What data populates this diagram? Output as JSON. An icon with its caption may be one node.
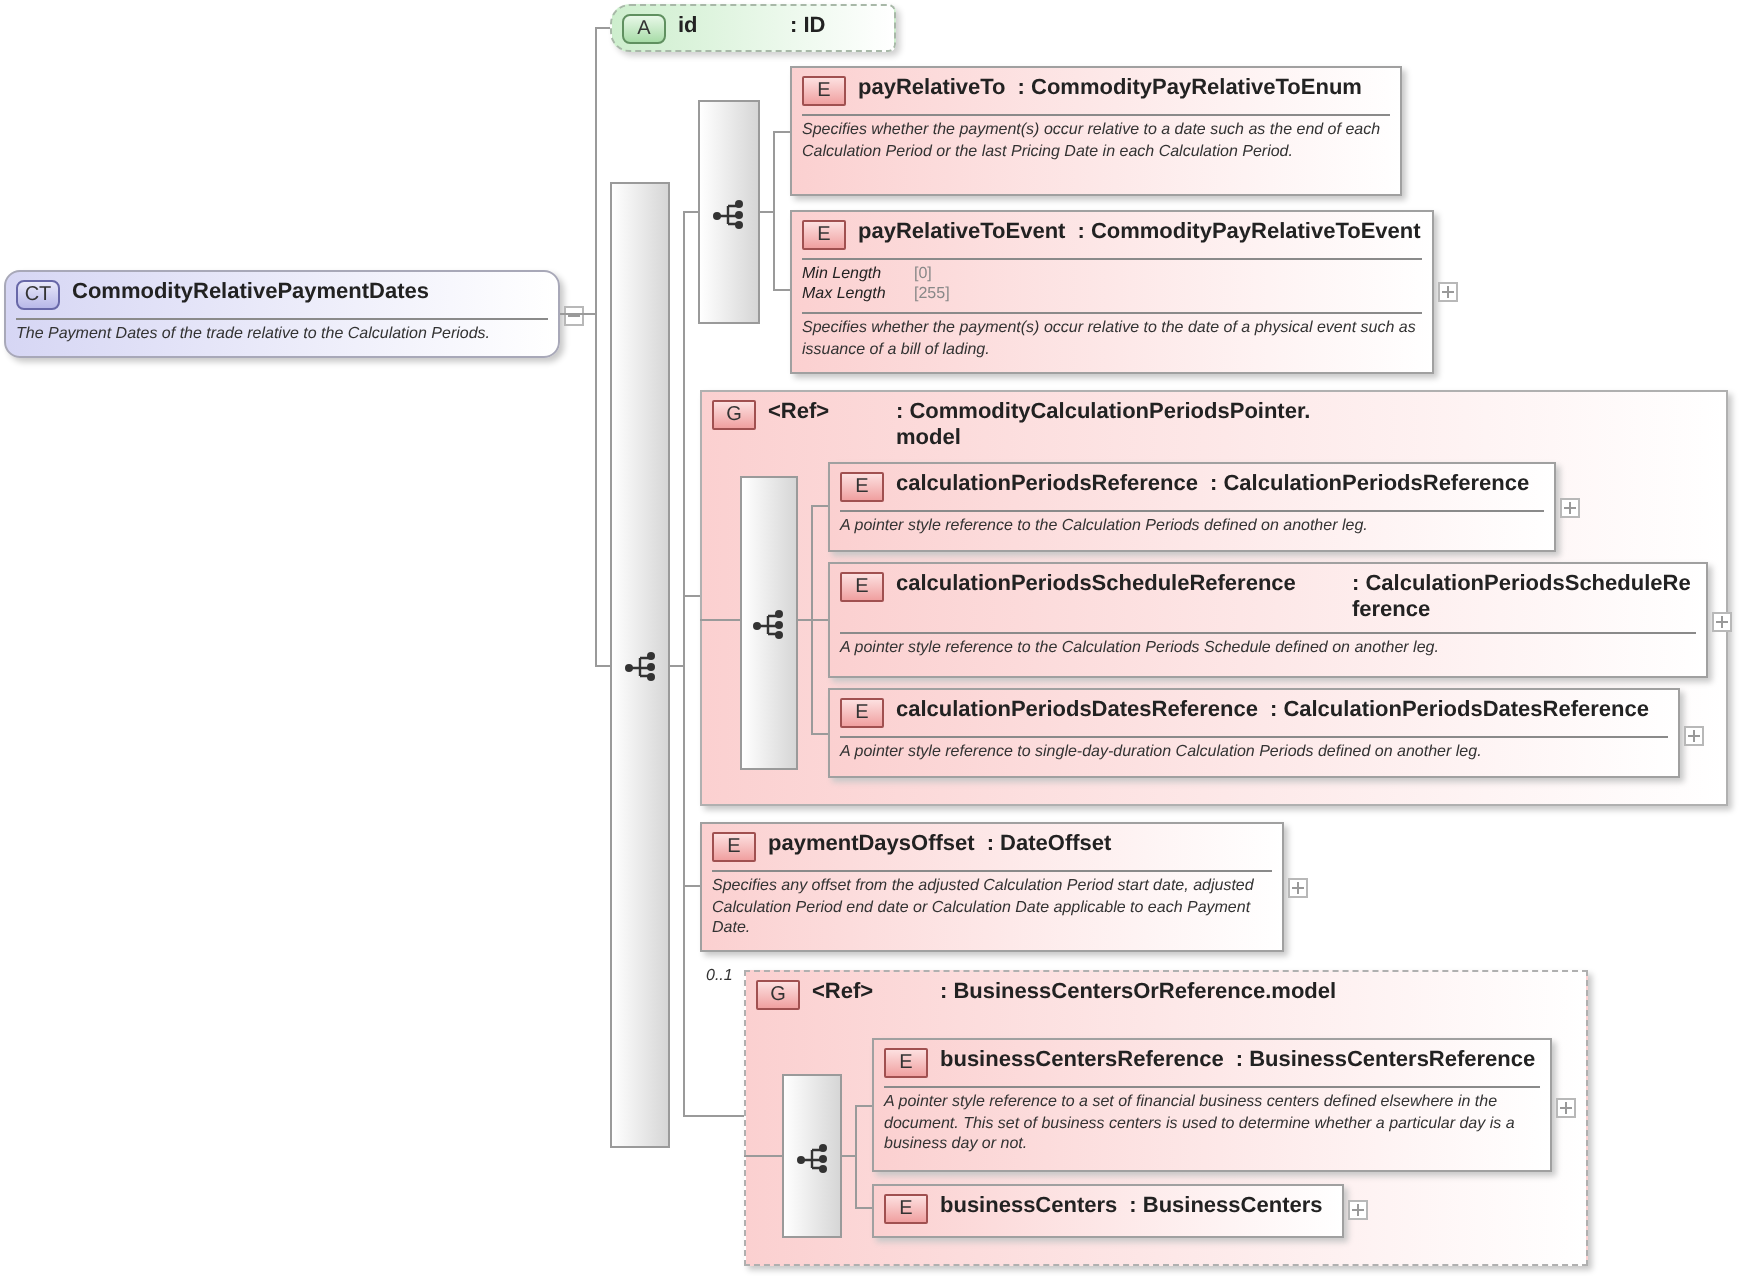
{
  "diagram": {
    "nodes": [
      {
        "text": [
          "CT",
          "CommodityRelativePaymentDates",
          "The Payment Dates of the trade relative to the Calculation Periods."
        ]
      },
      {
        "text": [
          "A",
          "id",
          ": ID"
        ]
      },
      {
        "text": [],
        "shape": "bar"
      },
      {
        "text": [],
        "shape": "bar"
      },
      {
        "text": [
          "E",
          "payRelativeTo",
          ": CommodityPayRelativeToEnum",
          "Specifies whether the payment(s) occur relative to a date such as the end of each Calculation Period or the last Pricing Date in each Calculation Period."
        ]
      },
      {
        "text": [
          "E",
          "payRelativeToEvent",
          ": CommodityPayRelativeToEvent",
          "Min Length",
          "[0]",
          "Max Length",
          "[255]",
          "Specifies whether the payment(s) occur relative to the date of a physical event such as issuance of a bill of lading."
        ]
      },
      {
        "text": [
          "G",
          "<Ref>",
          ": CommodityCalculationPeriodsPointer.model"
        ]
      },
      {
        "text": [],
        "shape": "bar",
        "in": 6
      },
      {
        "text": [
          "E",
          "calculationPeriodsReference",
          ": CalculationPeriodsReference",
          "A pointer style reference to the Calculation Periods defined on another leg."
        ],
        "in": 6
      },
      {
        "text": [
          "E",
          "calculationPeriodsScheduleReference",
          ": CalculationPeriodsScheduleReference",
          "A pointer style reference to the Calculation Periods Schedule defined on another leg."
        ],
        "in": 6
      },
      {
        "text": [
          "E",
          "calculationPeriodsDatesReference",
          ": CalculationPeriodsDatesReference",
          "A pointer style reference to single-day-duration Calculation Periods defined on another leg."
        ],
        "in": 6
      },
      {
        "text": [
          "E",
          "paymentDaysOffset",
          ": DateOffset",
          "Specifies any offset from the adjusted Calculation Period start date, adjusted Calculation Period end date or Calculation Date applicable to each Payment Date."
        ]
      },
      {
        "text": [
          "G",
          "<Ref>",
          ": BusinessCentersOrReference.model"
        ],
        "beside": [
          "0..1"
        ]
      },
      {
        "text": [],
        "shape": "bar",
        "in": 12
      },
      {
        "text": [
          "E",
          "businessCentersReference",
          ": BusinessCentersReference",
          "A pointer style reference to a set of financial business centers defined elsewhere in the document. This set of business centers is used to determine whether a particular day is a business day or not."
        ],
        "in": 12
      },
      {
        "text": [
          "E",
          "businessCenters",
          ": BusinessCenters"
        ],
        "in": 12
      }
    ],
    "edges": [
      {
        "from": 0,
        "to": 1,
        "arrow": "none"
      },
      {
        "from": 0,
        "to": 2,
        "arrow": "none"
      },
      {
        "from": 2,
        "to": 3,
        "arrow": "none"
      },
      {
        "from": 3,
        "to": 4,
        "arrow": "none"
      },
      {
        "from": 3,
        "to": 5,
        "arrow": "none"
      },
      {
        "from": 2,
        "to": 6,
        "arrow": "none"
      },
      {
        "from": 6,
        "to": 7,
        "arrow": "none"
      },
      {
        "from": 7,
        "to": 8,
        "arrow": "none"
      },
      {
        "from": 7,
        "to": 9,
        "arrow": "none"
      },
      {
        "from": 7,
        "to": 10,
        "arrow": "none"
      },
      {
        "from": 2,
        "to": 11,
        "arrow": "none"
      },
      {
        "from": 2,
        "to": 12,
        "arrow": "none"
      },
      {
        "from": 12,
        "to": 13,
        "arrow": "none"
      },
      {
        "from": 13,
        "to": 14,
        "arrow": "none"
      },
      {
        "from": 13,
        "to": 15,
        "arrow": "none"
      }
    ]
  }
}
